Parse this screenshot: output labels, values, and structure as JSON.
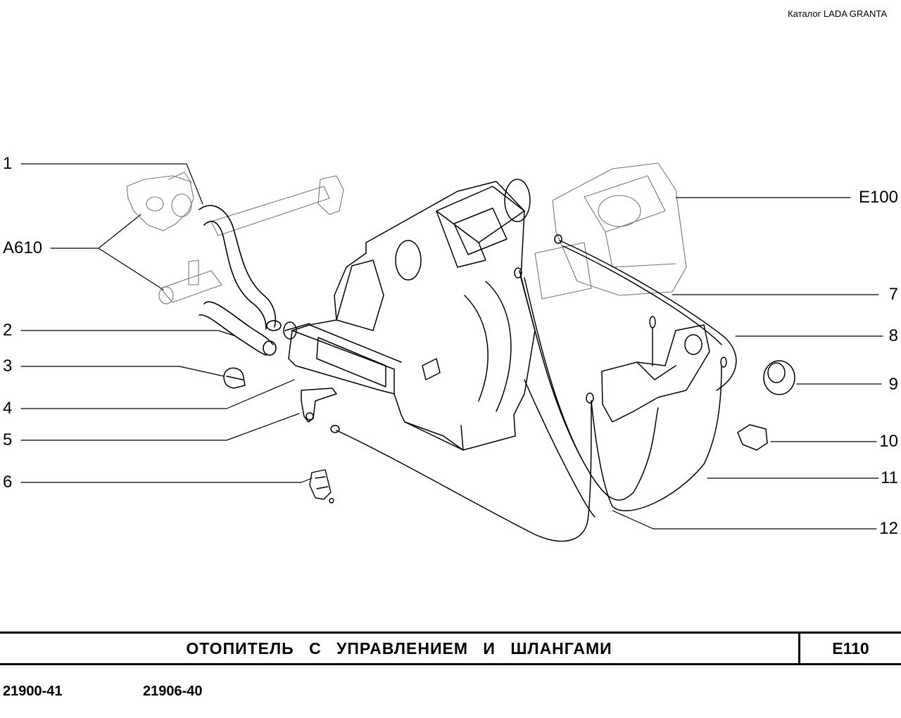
{
  "header": {
    "catalog": "Каталог LADA  GRANTA"
  },
  "callouts": {
    "c1": "1",
    "c2": "2",
    "c3": "3",
    "c4": "4",
    "c5": "5",
    "c6": "6",
    "a610": "A610",
    "e100": "E100",
    "c7": "7",
    "c8": "8",
    "c9": "9",
    "c10": "10",
    "c11": "11",
    "c12": "12"
  },
  "title": {
    "text": "ОТОПИТЕЛЬ  С  УПРАВЛЕНИЕМ  И  ШЛАНГАМИ",
    "code": "E110"
  },
  "models": {
    "m1": "21900-41",
    "m2": "21906-40"
  }
}
